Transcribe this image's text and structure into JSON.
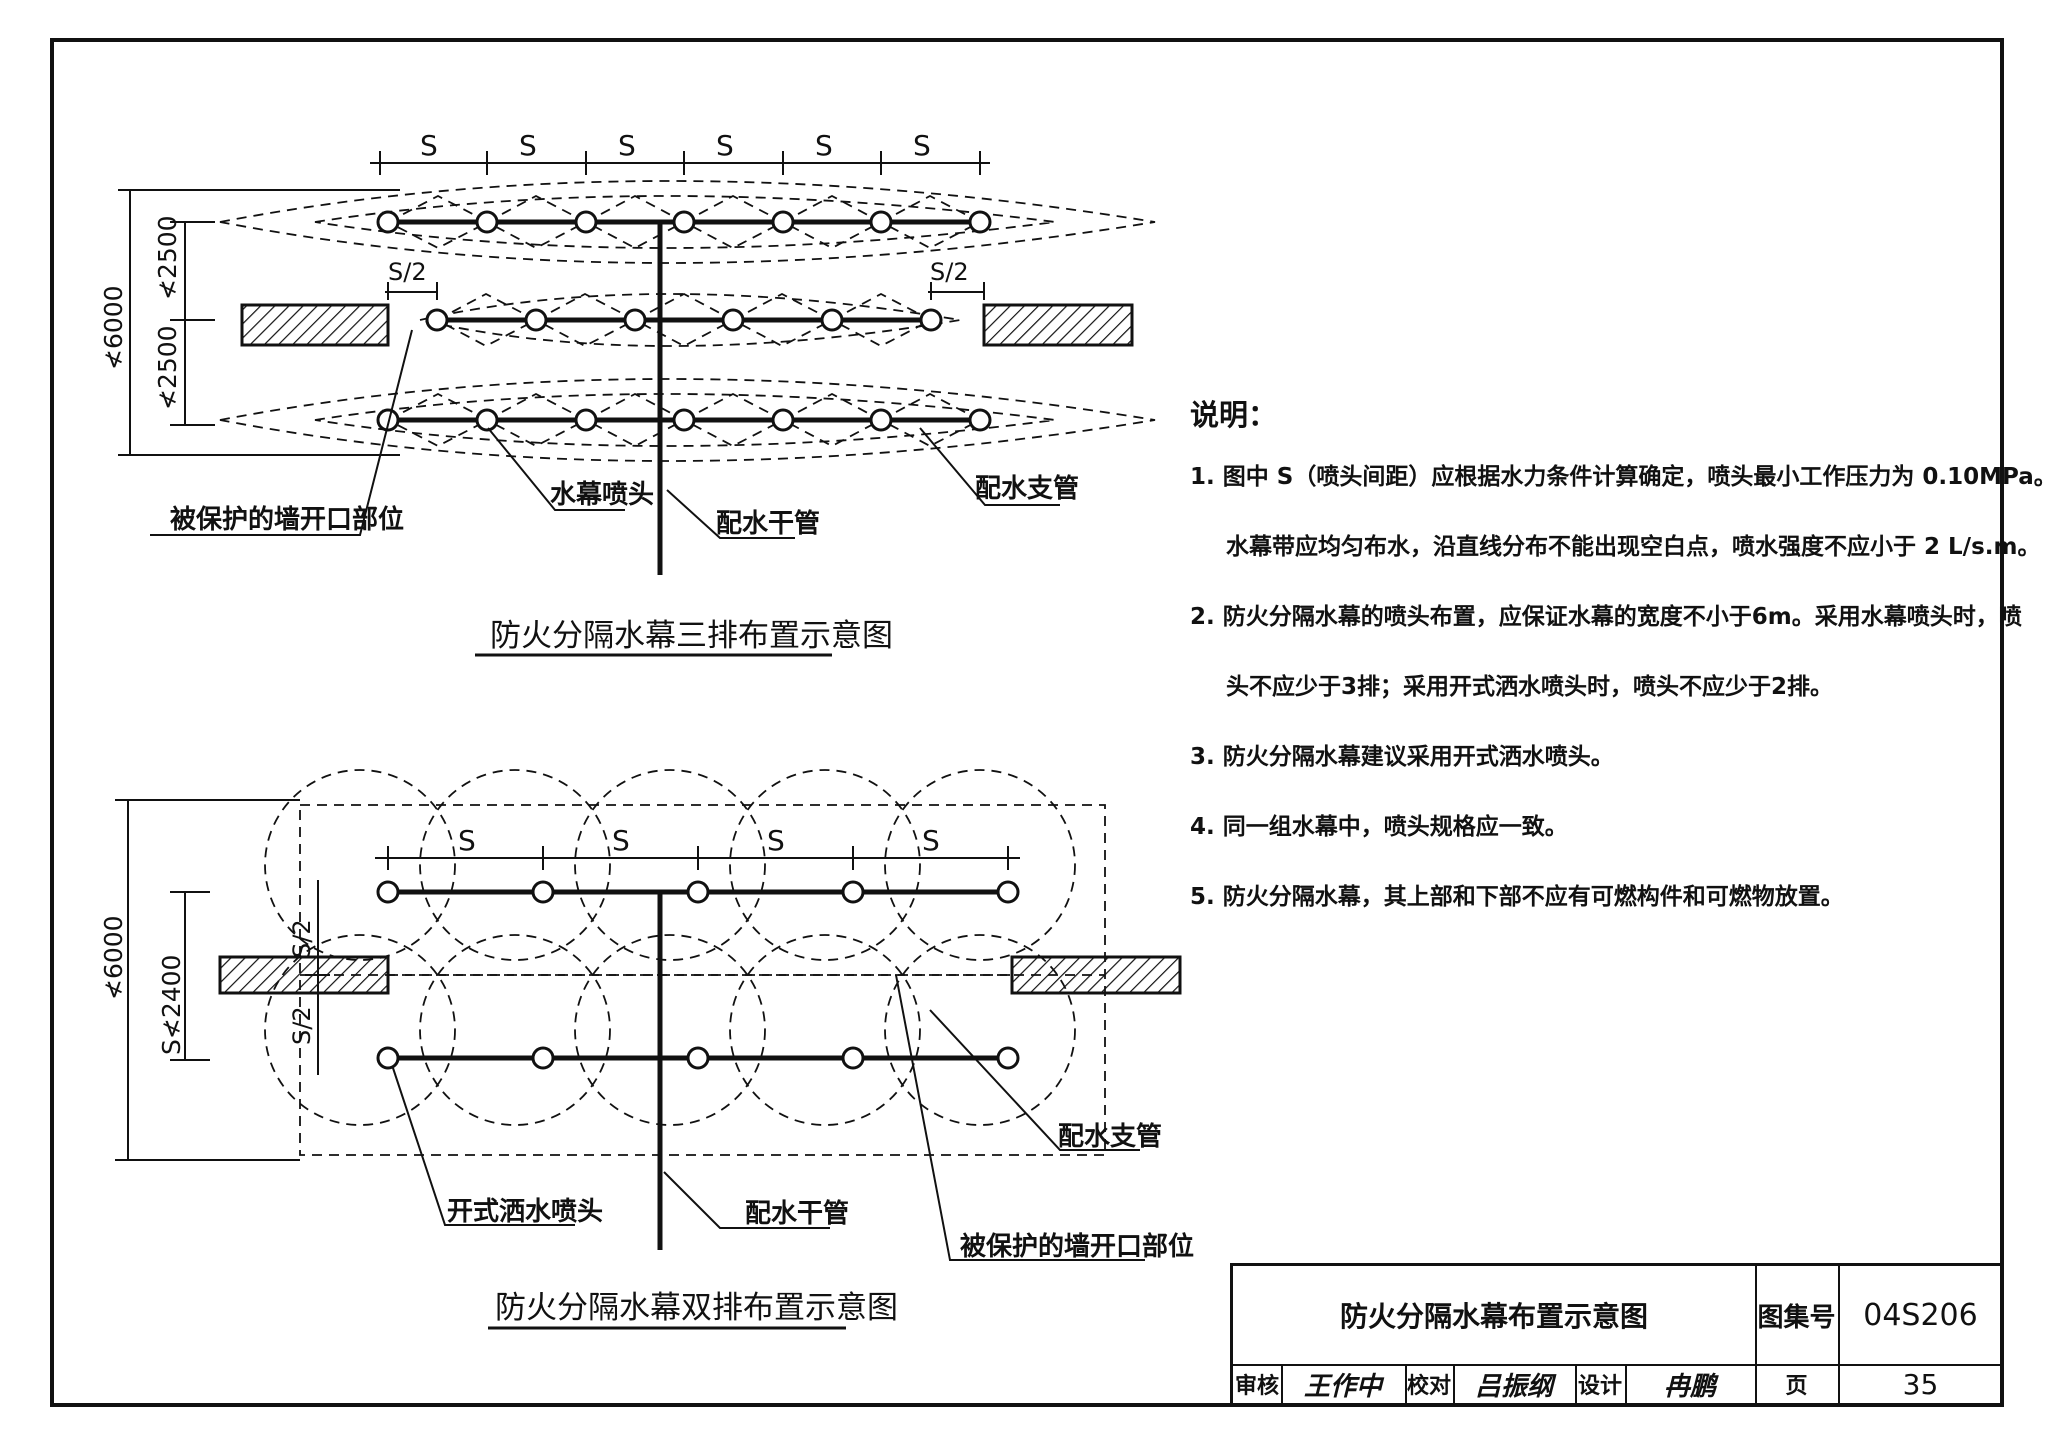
{
  "top_diagram": {
    "caption": "防火分隔水幕三排布置示意图",
    "spacing_labels": [
      "S",
      "S",
      "S",
      "S",
      "S",
      "S"
    ],
    "half_spacing_labels": [
      "S/2",
      "S/2"
    ],
    "vertical_dims": [
      "≮2500",
      "≮2500",
      "≮6000"
    ],
    "labels": {
      "wall_opening": "被保护的墙开口部位",
      "nozzle": "水幕喷头",
      "main_pipe": "配水干管",
      "branch_pipe": "配水支管"
    }
  },
  "bottom_diagram": {
    "caption": "防火分隔水幕双排布置示意图",
    "spacing_labels": [
      "S",
      "S",
      "S",
      "S"
    ],
    "vertical_dims": [
      "≮6000",
      "S≮2400",
      "S/2",
      "S/2"
    ],
    "labels": {
      "open_sprinkler": "开式洒水喷头",
      "main_pipe": "配水干管",
      "branch_pipe": "配水支管",
      "wall_opening": "被保护的墙开口部位"
    }
  },
  "notes": {
    "title": "说明：",
    "items": [
      {
        "line1": "1. 图中 S（喷头间距）应根据水力条件计算确定，喷头最小工作压力为 0.10MPa。",
        "line2": "水幕带应均匀布水，沿直线分布不能出现空白点，喷水强度不应小于 2 L/s.m。"
      },
      {
        "line1": "2. 防火分隔水幕的喷头布置，应保证水幕的宽度不小于6m。采用水幕喷头时，喷",
        "line2": "头不应少于3排；采用开式洒水喷头时，喷头不应少于2排。"
      },
      {
        "line1": "3. 防火分隔水幕建议采用开式洒水喷头。",
        "line2": ""
      },
      {
        "line1": "4. 同一组水幕中，喷头规格应一致。",
        "line2": ""
      },
      {
        "line1": "5. 防火分隔水幕，其上部和下部不应有可燃构件和可燃物放置。",
        "line2": ""
      }
    ]
  },
  "title_block": {
    "drawing_title": "防火分隔水幕布置示意图",
    "atlas_label": "图集号",
    "atlas_number": "04S206",
    "review_label": "审核",
    "review_signature": "王作中",
    "check_label": "校对",
    "check_signature": "吕振纲",
    "design_label": "设计",
    "design_signature": "冉鹏",
    "page_label": "页",
    "page_number": "35"
  },
  "colors": {
    "ink": "#111111",
    "paper": "#ffffff"
  }
}
